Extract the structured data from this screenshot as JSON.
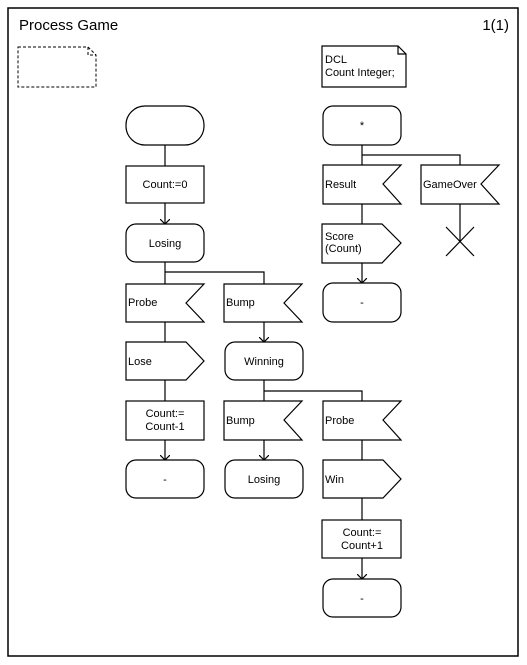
{
  "header": {
    "title": "Process Game",
    "page": "1(1)"
  },
  "diagram": {
    "dcl_line1": "DCL",
    "dcl_line2": "Count Integer;",
    "left": {
      "task_count_init": "Count:=0",
      "state_losing": "Losing",
      "input_probe": "Probe",
      "input_bump": "Bump",
      "output_lose": "Lose",
      "task_decrement_line1": "Count:=",
      "task_decrement_line2": "Count-1",
      "nextstate_dash": "-",
      "state_winning": "Winning",
      "input_bump2": "Bump",
      "input_probe2": "Probe",
      "nextstate_losing": "Losing",
      "output_win": "Win",
      "task_increment_line1": "Count:=",
      "task_increment_line2": "Count+1",
      "nextstate_dash2": "-"
    },
    "right": {
      "state_asterisk": "*",
      "input_result": "Result",
      "input_gameover": "GameOver",
      "output_score_line1": "Score",
      "output_score_line2": "(Count)",
      "nextstate_dash": "-"
    }
  }
}
